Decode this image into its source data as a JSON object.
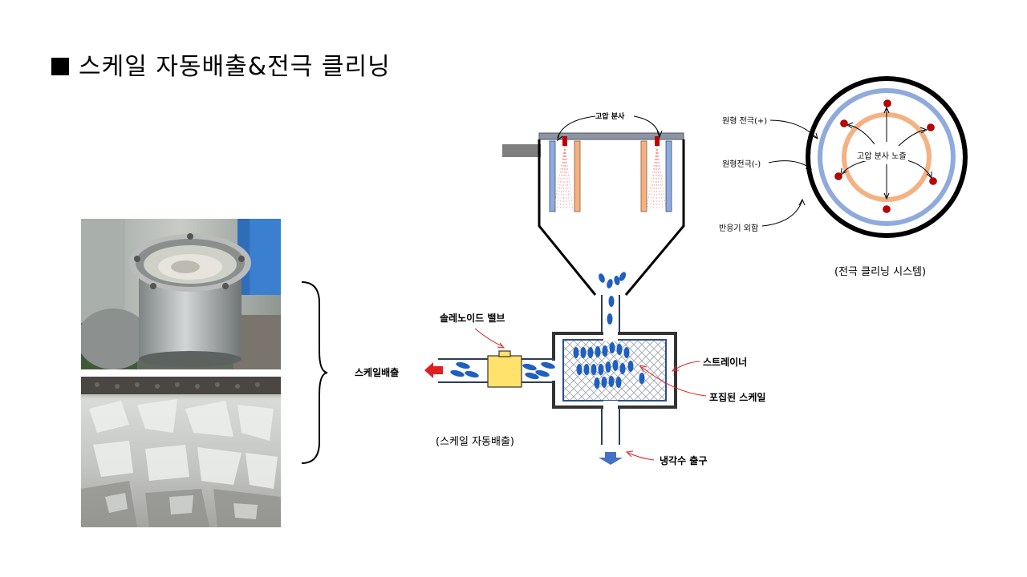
{
  "slide": {
    "title": "스케일 자동배출&전극 클리닝"
  },
  "diagram_main": {
    "high_pressure_spray": "고압 분사",
    "solenoid_valve": "솔레노이드 밸브",
    "scale_discharge": "스케일배출",
    "strainer": "스트레이너",
    "captured_scale": "포집된 스케일",
    "cooling_water_outlet": "냉각수 출구",
    "caption": "(스케일 자동배출)"
  },
  "diagram_electrode": {
    "ring_electrode_plus": "원형 전극(+)",
    "ring_electrode_minus": "원형전극(-)",
    "reactor_housing": "반응기 외함",
    "nozzle_label": "고압 분사 노즐",
    "caption": "(전극 클리닝 시스템)"
  },
  "colors": {
    "electrode_blue": "#8faadc",
    "electrode_orange": "#f4b183",
    "scale_blue": "#1f5fbf",
    "nozzle_red": "#c00000",
    "valve_yellow": "#ffe26b",
    "arrow_red": "#e02020",
    "outlet_blue": "#4472c4"
  },
  "icons": {
    "title_bullet": "black-square-icon",
    "discharge_arrow": "red-left-arrow-icon",
    "outlet_arrow": "blue-down-arrow-icon",
    "brace": "right-curly-brace-icon"
  }
}
